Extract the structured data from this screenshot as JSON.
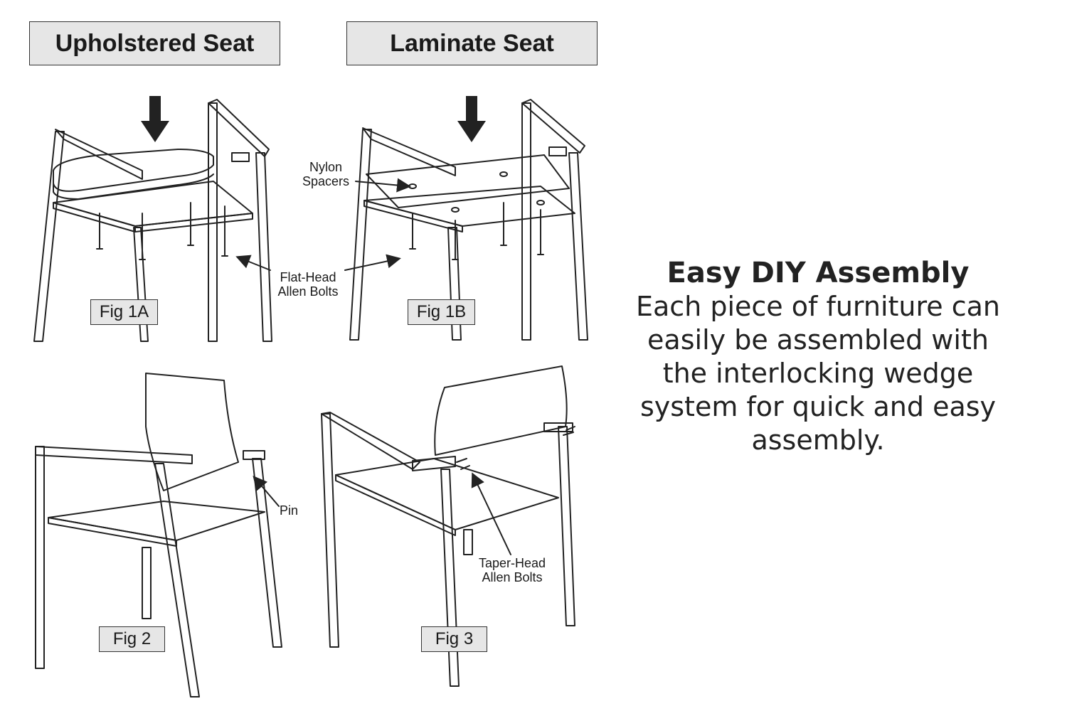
{
  "headers": {
    "upholstered": "Upholstered Seat",
    "laminate": "Laminate Seat"
  },
  "callouts": {
    "nylon_spacers": [
      "Nylon",
      "Spacers"
    ],
    "flat_head_bolts": [
      "Flat-Head",
      "Allen Bolts"
    ],
    "pin": "Pin",
    "taper_head_bolts": [
      "Taper-Head",
      "Allen Bolts"
    ]
  },
  "figures": {
    "fig1a": "Fig 1A",
    "fig1b": "Fig 1B",
    "fig2": "Fig 2",
    "fig3": "Fig 3"
  },
  "description": {
    "title": "Easy DIY Assembly",
    "lines": [
      "Each piece of furniture can",
      "easily be assembled with",
      "the interlocking wedge",
      "system for quick and easy",
      "assembly."
    ]
  },
  "colors": {
    "label_bg": "#e6e6e6",
    "seat_fill": "#bdbdbd",
    "line": "#222222"
  }
}
